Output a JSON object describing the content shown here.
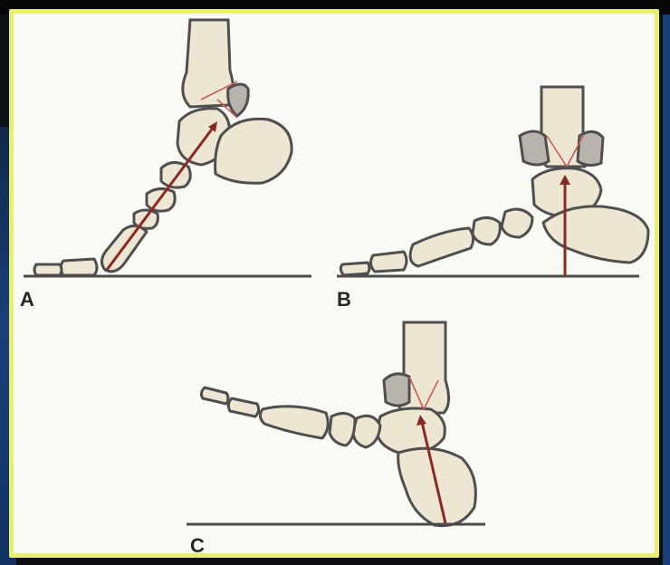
{
  "figure": {
    "panels": [
      {
        "id": "A",
        "label": "A"
      },
      {
        "id": "B",
        "label": "B"
      },
      {
        "id": "C",
        "label": "C"
      }
    ],
    "colors": {
      "frame_border": "#e8ef6f",
      "background": "#fafaf4",
      "bone_fill": "#ece6d2",
      "fibula_fill": "#b9b3ad",
      "outline": "#4f4f4f",
      "force_arrow": "#8a2a24",
      "guide_lines": "#c85a52"
    }
  }
}
